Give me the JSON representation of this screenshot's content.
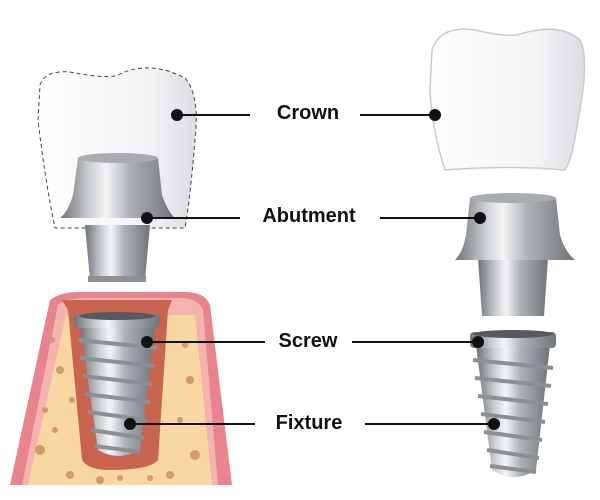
{
  "labels": {
    "crown": "Crown",
    "abutment": "Abutment",
    "screw": "Screw",
    "fixture": "Fixture"
  },
  "colors": {
    "gum": "#e8a0a0",
    "gum_dark": "#d9757a",
    "bone": "#f9d6a0",
    "bone_spots": "#d49a6a",
    "socket": "#c8674e",
    "metal": "#b8bcc2",
    "crown": "#f2f2f4"
  }
}
